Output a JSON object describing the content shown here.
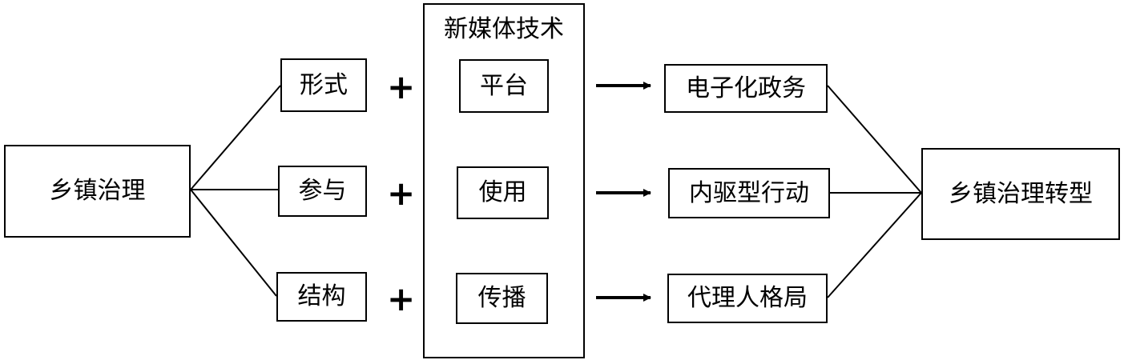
{
  "source": {
    "label": "乡镇治理"
  },
  "dimensions": [
    {
      "label": "形式"
    },
    {
      "label": "参与"
    },
    {
      "label": "结构"
    }
  ],
  "operator": "+",
  "new_media": {
    "title": "新媒体技术",
    "items": [
      {
        "label": "平台"
      },
      {
        "label": "使用"
      },
      {
        "label": "传播"
      }
    ]
  },
  "outcomes": [
    {
      "label": "电子化政务"
    },
    {
      "label": "内驱型行动"
    },
    {
      "label": "代理人格局"
    }
  ],
  "target": {
    "label": "乡镇治理转型"
  }
}
